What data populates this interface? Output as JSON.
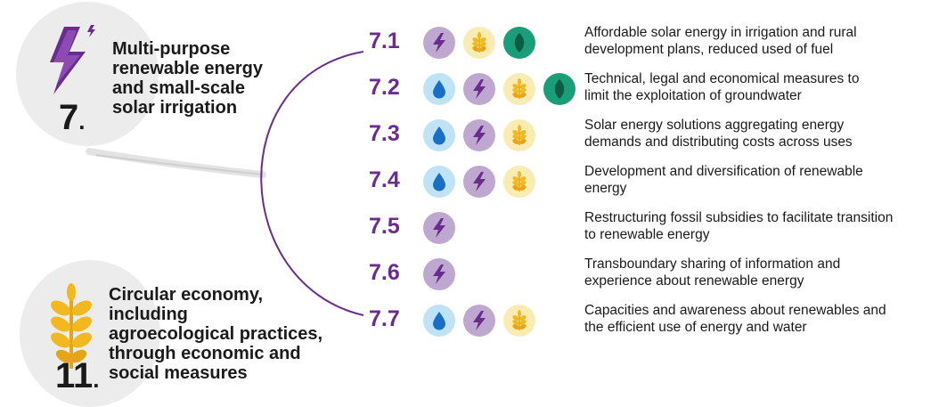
{
  "goals": [
    {
      "number": "7",
      "title": [
        "Multi-purpose",
        "renewable energy",
        "and small-scale",
        "solar irrigation"
      ],
      "icon": "lightning-icon"
    },
    {
      "number": "11",
      "title": [
        "Circular economy,",
        "including",
        "agroecological practices,",
        "through economic and",
        "social measures"
      ],
      "icon": "wheat-icon"
    }
  ],
  "measures": [
    {
      "id": "7.1",
      "icons": [
        "energy",
        "food",
        "ecosystem"
      ],
      "description": [
        "Affordable solar energy in irrigation and rural",
        "development plans, reduced used of fuel"
      ]
    },
    {
      "id": "7.2",
      "icons": [
        "water",
        "energy",
        "food",
        "ecosystem"
      ],
      "description": [
        "Technical, legal and economical measures to",
        "limit the exploitation of groundwater"
      ]
    },
    {
      "id": "7.3",
      "icons": [
        "water",
        "energy",
        "food"
      ],
      "description": [
        "Solar energy solutions aggregating energy",
        "demands and distributing costs across uses"
      ]
    },
    {
      "id": "7.4",
      "icons": [
        "water",
        "energy",
        "food"
      ],
      "description": [
        "Development and diversification of renewable",
        "energy"
      ]
    },
    {
      "id": "7.5",
      "icons": [
        "energy"
      ],
      "description": [
        "Restructuring fossil subsidies to facilitate transition",
        "to renewable energy"
      ]
    },
    {
      "id": "7.6",
      "icons": [
        "energy"
      ],
      "description": [
        "Transboundary sharing of information and",
        "experience about renewable energy"
      ]
    },
    {
      "id": "7.7",
      "icons": [
        "water",
        "energy",
        "food"
      ],
      "description": [
        "Capacities and awareness about renewables and",
        "the efficient use of energy and water"
      ]
    }
  ],
  "icon_types": {
    "water": {
      "name": "water-drop-icon",
      "bg": "#bfe3f5",
      "fg": "#1a6fc4"
    },
    "energy": {
      "name": "lightning-icon",
      "bg": "#bea8cf",
      "fg": "#6a2c8f"
    },
    "food": {
      "name": "wheat-icon",
      "bg": "#f8ecb2",
      "fg": "#f2b820"
    },
    "ecosystem": {
      "name": "leaf-icon",
      "bg": "#1a9e7a",
      "fg": "#0b5c45"
    }
  },
  "colors": {
    "accent": "#6a2c8f",
    "circle": "#ececec",
    "text": "#1a1a1a"
  }
}
